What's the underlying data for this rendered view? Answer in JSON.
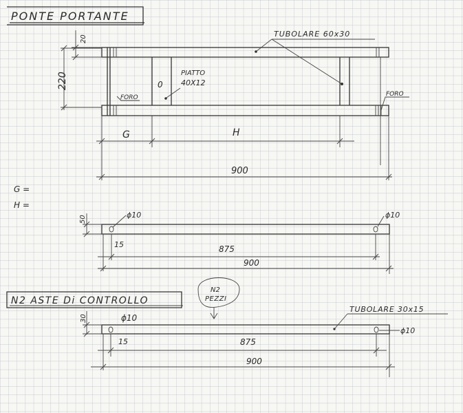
{
  "titles": {
    "ponte": "PONTE PORTANTE",
    "aste": "N2 ASTE Di CONTROLLO"
  },
  "labels": {
    "tubolare_top": "TUBOLARE 60x30",
    "piatto_line1": "PIATTO",
    "piatto_line2": "40X12",
    "zero_mark": "0",
    "foro_left": "FORO",
    "foro_right": "FORO",
    "dim_20": "20",
    "dim_220": "220",
    "dim_G": "G",
    "dim_H": "H",
    "dim_900_a": "900",
    "g_eq": "G =",
    "h_eq": "H =",
    "dim_50": "50",
    "phi10_a": "ϕ10",
    "phi10_b": "ϕ10",
    "dim_15_a": "15",
    "dim_875_a": "875",
    "dim_900_b": "900",
    "dim_30": "30",
    "phi10_c": "ϕ10",
    "phi10_d": "ϕ10",
    "dim_15_b": "15",
    "dim_875_b": "875",
    "dim_900_c": "900",
    "bubble_line1": "N2",
    "bubble_line2": "PEZZI",
    "tubolare_bottom": "TUBOLARE 30x15"
  },
  "colors": {
    "paper": "#f7f7f4",
    "grid": "#b9bcc4",
    "ink": "#2a2a2a"
  }
}
